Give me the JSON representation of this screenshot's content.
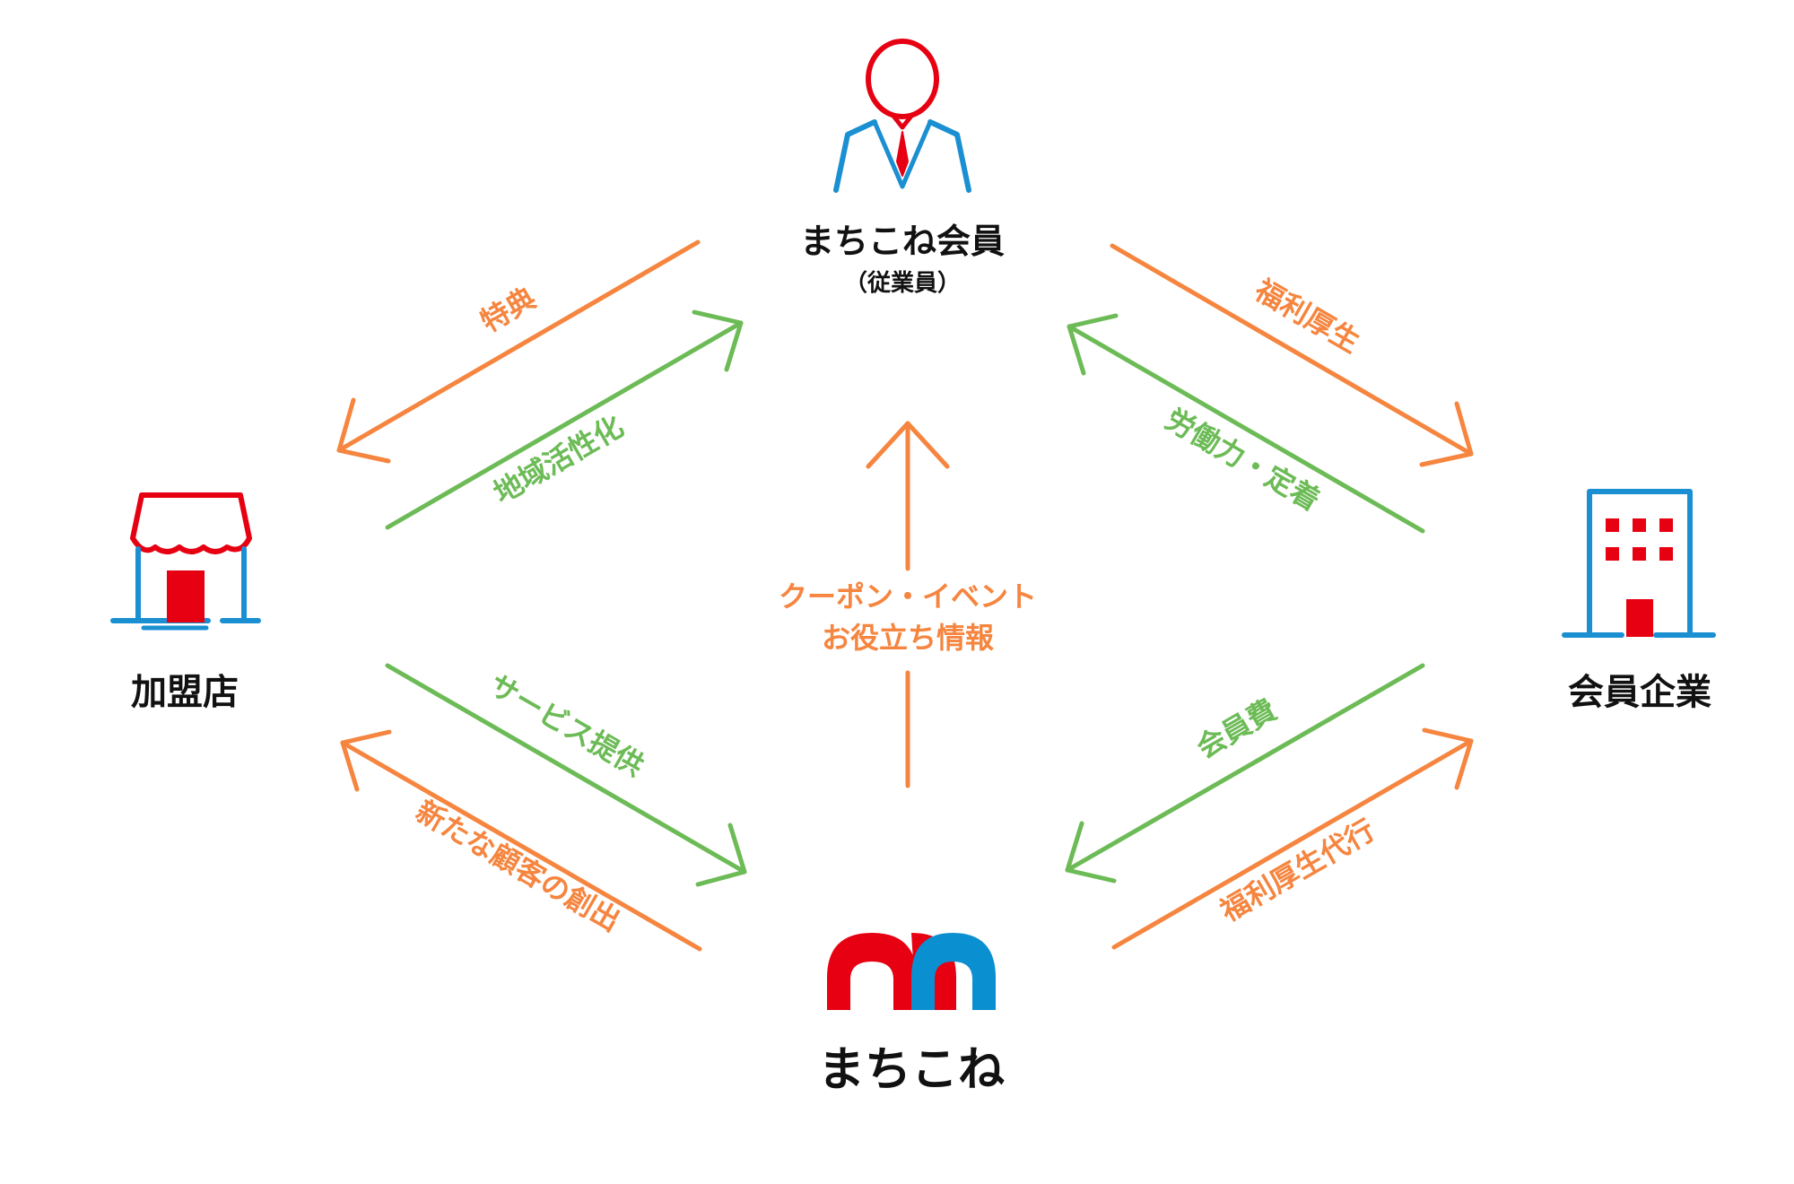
{
  "nodes": {
    "member": {
      "title": "まちこね会員",
      "subtitle": "（従業員）"
    },
    "store": {
      "title": "加盟店"
    },
    "company": {
      "title": "会員企業"
    },
    "brand": {
      "title": "まちこね"
    }
  },
  "edges": {
    "store_to_member": "地域活性化",
    "member_to_store": "特典",
    "member_to_company": "福利厚生",
    "company_to_member": "労働力・定着",
    "brand_to_member_line1": "クーポン・イベント",
    "brand_to_member_line2": "お役立ち情報",
    "store_to_brand": "サービス提供",
    "brand_to_store": "新たな顧客の創出",
    "company_to_brand": "会員費",
    "brand_to_company": "福利厚生代行"
  },
  "colors": {
    "orange": "#f5853f",
    "green": "#6cbb56",
    "red": "#e60012",
    "blue": "#1a8fd1",
    "black": "#111111"
  },
  "icons": {
    "member": "person-in-suit-icon",
    "store": "storefront-icon",
    "company": "office-building-icon",
    "brand": "machikone-logo"
  }
}
